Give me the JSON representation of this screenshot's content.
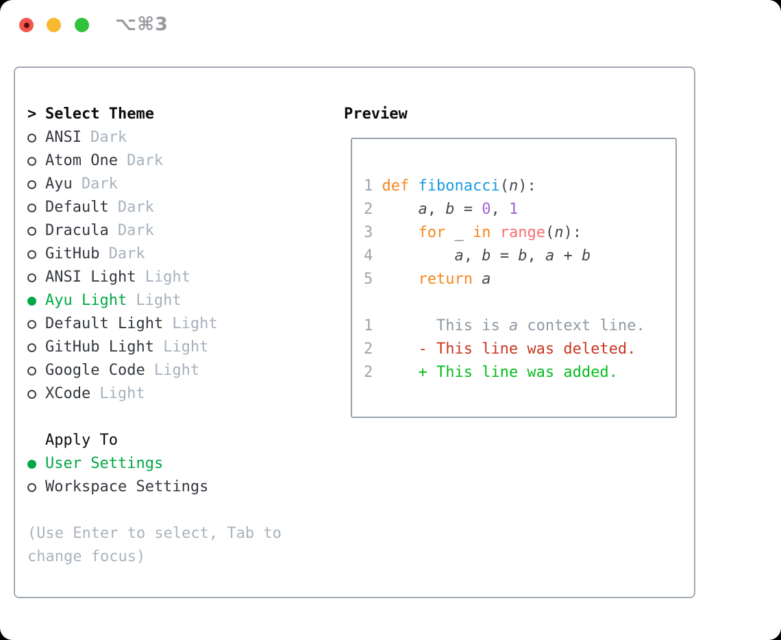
{
  "titlebar": {
    "title": "⌥⌘3"
  },
  "theme_panel": {
    "header_prefix": ">",
    "header": "Select Theme",
    "themes": [
      {
        "name": "ANSI",
        "variant": "Dark",
        "selected": false
      },
      {
        "name": "Atom One",
        "variant": "Dark",
        "selected": false
      },
      {
        "name": "Ayu",
        "variant": "Dark",
        "selected": false
      },
      {
        "name": "Default",
        "variant": "Dark",
        "selected": false
      },
      {
        "name": "Dracula",
        "variant": "Dark",
        "selected": false
      },
      {
        "name": "GitHub",
        "variant": "Dark",
        "selected": false
      },
      {
        "name": "ANSI Light",
        "variant": "Light",
        "selected": false
      },
      {
        "name": "Ayu Light",
        "variant": "Light",
        "selected": true
      },
      {
        "name": "Default Light",
        "variant": "Light",
        "selected": false
      },
      {
        "name": "GitHub Light",
        "variant": "Light",
        "selected": false
      },
      {
        "name": "Google Code",
        "variant": "Light",
        "selected": false
      },
      {
        "name": "XCode",
        "variant": "Light",
        "selected": false
      }
    ],
    "apply_header": "Apply To",
    "apply_options": [
      {
        "name": "User Settings",
        "selected": true
      },
      {
        "name": "Workspace Settings",
        "selected": false
      }
    ],
    "hint": "(Use Enter to select, Tab to change focus)"
  },
  "preview": {
    "header": "Preview",
    "code_lines": [
      {
        "tokens": [
          [
            "num",
            "1 "
          ],
          [
            "kw",
            "def"
          ],
          [
            "d",
            " "
          ],
          [
            "fn",
            "fibonacci"
          ],
          [
            "d",
            "("
          ],
          [
            "v",
            "n"
          ],
          [
            "d",
            "):"
          ]
        ]
      },
      {
        "tokens": [
          [
            "num",
            "2 "
          ],
          [
            "d",
            "    "
          ],
          [
            "v",
            "a"
          ],
          [
            "d",
            ", "
          ],
          [
            "v",
            "b"
          ],
          [
            "d",
            " = "
          ],
          [
            "lit",
            "0"
          ],
          [
            "d",
            ", "
          ],
          [
            "lit",
            "1"
          ]
        ]
      },
      {
        "tokens": [
          [
            "num",
            "3 "
          ],
          [
            "d",
            "    "
          ],
          [
            "kw",
            "for"
          ],
          [
            "d",
            " _ "
          ],
          [
            "kw",
            "in"
          ],
          [
            "d",
            " "
          ],
          [
            "call",
            "range"
          ],
          [
            "d",
            "("
          ],
          [
            "v",
            "n"
          ],
          [
            "d",
            "):"
          ]
        ]
      },
      {
        "tokens": [
          [
            "num",
            "4 "
          ],
          [
            "d",
            "        "
          ],
          [
            "v",
            "a"
          ],
          [
            "d",
            ", "
          ],
          [
            "v",
            "b"
          ],
          [
            "d",
            " = "
          ],
          [
            "v",
            "b"
          ],
          [
            "d",
            ", "
          ],
          [
            "v",
            "a"
          ],
          [
            "d",
            " + "
          ],
          [
            "v",
            "b"
          ]
        ]
      },
      {
        "tokens": [
          [
            "num",
            "5 "
          ],
          [
            "d",
            "    "
          ],
          [
            "kw",
            "return"
          ],
          [
            "d",
            " "
          ],
          [
            "v",
            "a"
          ]
        ]
      },
      {
        "tokens": []
      },
      {
        "tokens": [
          [
            "num",
            "1 "
          ],
          [
            "x",
            "      This is "
          ],
          [
            "x v",
            "a"
          ],
          [
            "x",
            " context line."
          ]
        ]
      },
      {
        "tokens": [
          [
            "num",
            "2 "
          ],
          [
            "r",
            "    - This line was deleted."
          ]
        ]
      },
      {
        "tokens": [
          [
            "num",
            "2 "
          ],
          [
            "g",
            "    + This line was added."
          ]
        ]
      }
    ]
  },
  "colors": {
    "selected_green": "#00a845",
    "keyword_orange": "#f5861f",
    "function_blue": "#169ae2",
    "call_coral": "#f96e74",
    "literal_purple": "#a163d4",
    "deleted_red": "#c8371f",
    "added_green": "#06bb1f",
    "context_gray": "#8e98a2",
    "muted_gray": "#a7b1bc",
    "panel_border": "#a2aab5",
    "traffic_red": "#f2564e",
    "traffic_yellow": "#f7b92f",
    "traffic_green": "#31c23c"
  }
}
